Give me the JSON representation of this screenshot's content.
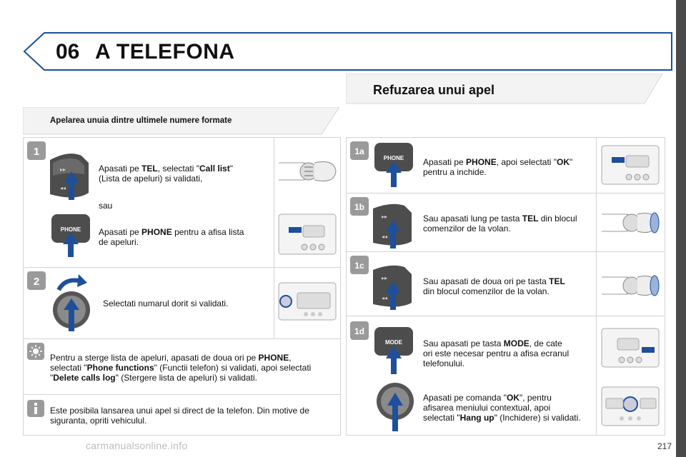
{
  "header": {
    "chapter": "06",
    "title": "A TELEFONA"
  },
  "section_title": "Refuzarea unui apel",
  "left": {
    "heading": "Apelarea unuia dintre ultimele numere formate",
    "step1": {
      "badge": "1",
      "line1_a": "Apasati pe ",
      "line1_b": "TEL",
      "line1_c": ", selectati \"",
      "line1_d": "Call list",
      "line1_e": "\"",
      "line2": "(Lista de apeluri) si validati,",
      "or": "sau",
      "line3_a": "Apasati pe ",
      "line3_b": "PHONE",
      "line3_c": " pentru a afisa lista",
      "line4": "de apeluri.",
      "phone_label": "PHONE"
    },
    "step2": {
      "badge": "2",
      "text": "Selectati numarul dorit si validati."
    },
    "tip": {
      "l1_a": "Pentru a sterge lista de apeluri, apasati de doua ori pe ",
      "l1_b": "PHONE",
      "l1_c": ",",
      "l2_a": "selectati \"",
      "l2_b": "Phone functions",
      "l2_c": "\" (Functii telefon) si validati, apoi selectati",
      "l3_a": "\"",
      "l3_b": "Delete calls log",
      "l3_c": "\" (Stergere lista de apeluri) si validati."
    },
    "info": {
      "l1": "Este posibila lansarea unui apel si direct de la telefon. Din motive de",
      "l2": "siguranta, opriti vehiculul."
    }
  },
  "right": {
    "s1a": {
      "badge": "1a",
      "l1_a": "Apasati pe ",
      "l1_b": "PHONE",
      "l1_c": ", apoi selectati \"",
      "l1_d": "OK",
      "l1_e": "\"",
      "l2": "pentru a inchide.",
      "phone_label": "PHONE"
    },
    "s1b": {
      "badge": "1b",
      "l1_a": "Sau apasati lung pe tasta ",
      "l1_b": "TEL",
      "l1_c": " din blocul",
      "l2": "comenzilor de la volan."
    },
    "s1c": {
      "badge": "1c",
      "l1_a": "Sau apasati de doua ori pe tasta ",
      "l1_b": "TEL",
      "l2": "din blocul comenzilor de la volan."
    },
    "s1d": {
      "badge": "1d",
      "mode_label": "MODE",
      "l1_a": "Sau apasati pe tasta ",
      "l1_b": "MODE",
      "l1_c": ", de cate",
      "l2": "ori este necesar pentru a afisa ecranul",
      "l3": "telefonului.",
      "m1_a": "Apasati pe comanda \"",
      "m1_b": "OK",
      "m1_c": "\", pentru",
      "m2": "afisarea meniului contextual, apoi",
      "m3_a": "selectati \"",
      "m3_b": "Hang up",
      "m3_c": "\" (Inchidere) si validati."
    }
  },
  "footer": {
    "page_number": "217",
    "watermark": "carmanualsonline.info"
  },
  "colors": {
    "accent_blue": "#1d4f9c",
    "panel_border": "#d3d3d3",
    "sidebar": "#4a4a4a",
    "badge_bg": "#9a9a9a"
  }
}
